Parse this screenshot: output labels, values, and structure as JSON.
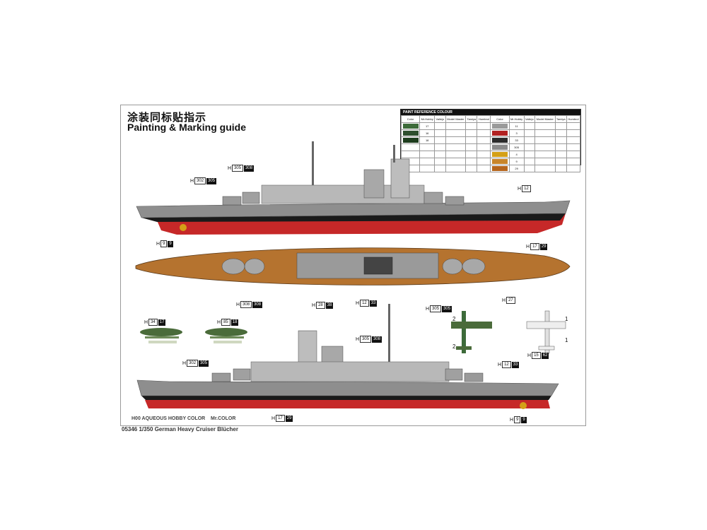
{
  "title_cn": "涂装同标贴指示",
  "title_en": "Painting & Marking guide",
  "paint_table": {
    "header": "PAINT REFERENCE COLOUR",
    "columns_left": [
      "Color",
      "Mr.Hobby",
      "Vallejo",
      "Model Master",
      "Tamiya",
      "Humbrol"
    ],
    "columns_right": [
      "Color",
      "Mr.Hobby",
      "Vallejo",
      "Model Master",
      "Tamiya",
      "Humbrol"
    ],
    "rows": [
      {
        "left_color": "#3d6b3a",
        "left_code": "17",
        "right_color": "#9a9a9a",
        "right_code": "11"
      },
      {
        "left_color": "#2f4f2f",
        "left_code": "16",
        "right_color": "#b22222",
        "right_code": "3"
      },
      {
        "left_color": "#1e3d1e",
        "left_code": "18",
        "right_color": "#2b2b2b",
        "right_code": "33"
      },
      {
        "left_color": "#ffffff",
        "left_code": "",
        "right_color": "#8a8a8a",
        "right_code": "305"
      },
      {
        "left_color": "#ffffff",
        "left_code": "",
        "right_color": "#d4a017",
        "right_code": "4"
      },
      {
        "left_color": "#ffffff",
        "left_code": "",
        "right_color": "#c8852a",
        "right_code": "9"
      },
      {
        "left_color": "#ffffff",
        "left_code": "",
        "right_color": "#b5651d",
        "right_code": "29"
      }
    ]
  },
  "tags": [
    {
      "id": "t1",
      "h": "H",
      "b1": "302",
      "b2": "305"
    },
    {
      "id": "t2",
      "h": "H",
      "b1": "305",
      "b2": "308"
    },
    {
      "id": "t3",
      "h": "H",
      "b1": "12",
      "b2": ""
    },
    {
      "id": "t4",
      "h": "H",
      "b1": "9",
      "b2": "9"
    },
    {
      "id": "t5",
      "h": "H",
      "b1": "17",
      "b2": "29"
    },
    {
      "id": "t6",
      "h": "H",
      "b1": "308",
      "b2": "308"
    },
    {
      "id": "t7",
      "h": "H",
      "b1": "28",
      "b2": "38"
    },
    {
      "id": "t8",
      "h": "H",
      "b1": "12",
      "b2": "33"
    },
    {
      "id": "t9",
      "h": "H",
      "b1": "305",
      "b2": "305"
    },
    {
      "id": "t10",
      "h": "H",
      "b1": "27",
      "b2": ""
    },
    {
      "id": "t11",
      "h": "H",
      "b1": "34",
      "b2": "17"
    },
    {
      "id": "t12",
      "h": "H",
      "b1": "85",
      "b2": "18"
    },
    {
      "id": "t13",
      "h": "H",
      "b1": "305",
      "b2": "308"
    },
    {
      "id": "t14",
      "h": "H",
      "b1": "302",
      "b2": "305"
    },
    {
      "id": "t15",
      "h": "H",
      "b1": "12",
      "b2": "33"
    },
    {
      "id": "t16",
      "h": "H",
      "b1": "15",
      "b2": "62"
    },
    {
      "id": "t17",
      "h": "H",
      "b1": "17",
      "b2": "29"
    },
    {
      "id": "t18",
      "h": "H",
      "b1": "9",
      "b2": "9"
    }
  ],
  "plane_labels": [
    "2",
    "2",
    "1",
    "1"
  ],
  "footer": {
    "aqueous": "H00 AQUEOUS HOBBY COLOR",
    "mrcolor": "Mr.COLOR"
  },
  "model_name": "05346 1/350 German Heavy Cruiser Blücher",
  "colors": {
    "hull_grey": "#8e8e8e",
    "hull_red": "#c62828",
    "deck_wood": "#b5732f",
    "boot_top": "#1a1a1a"
  }
}
